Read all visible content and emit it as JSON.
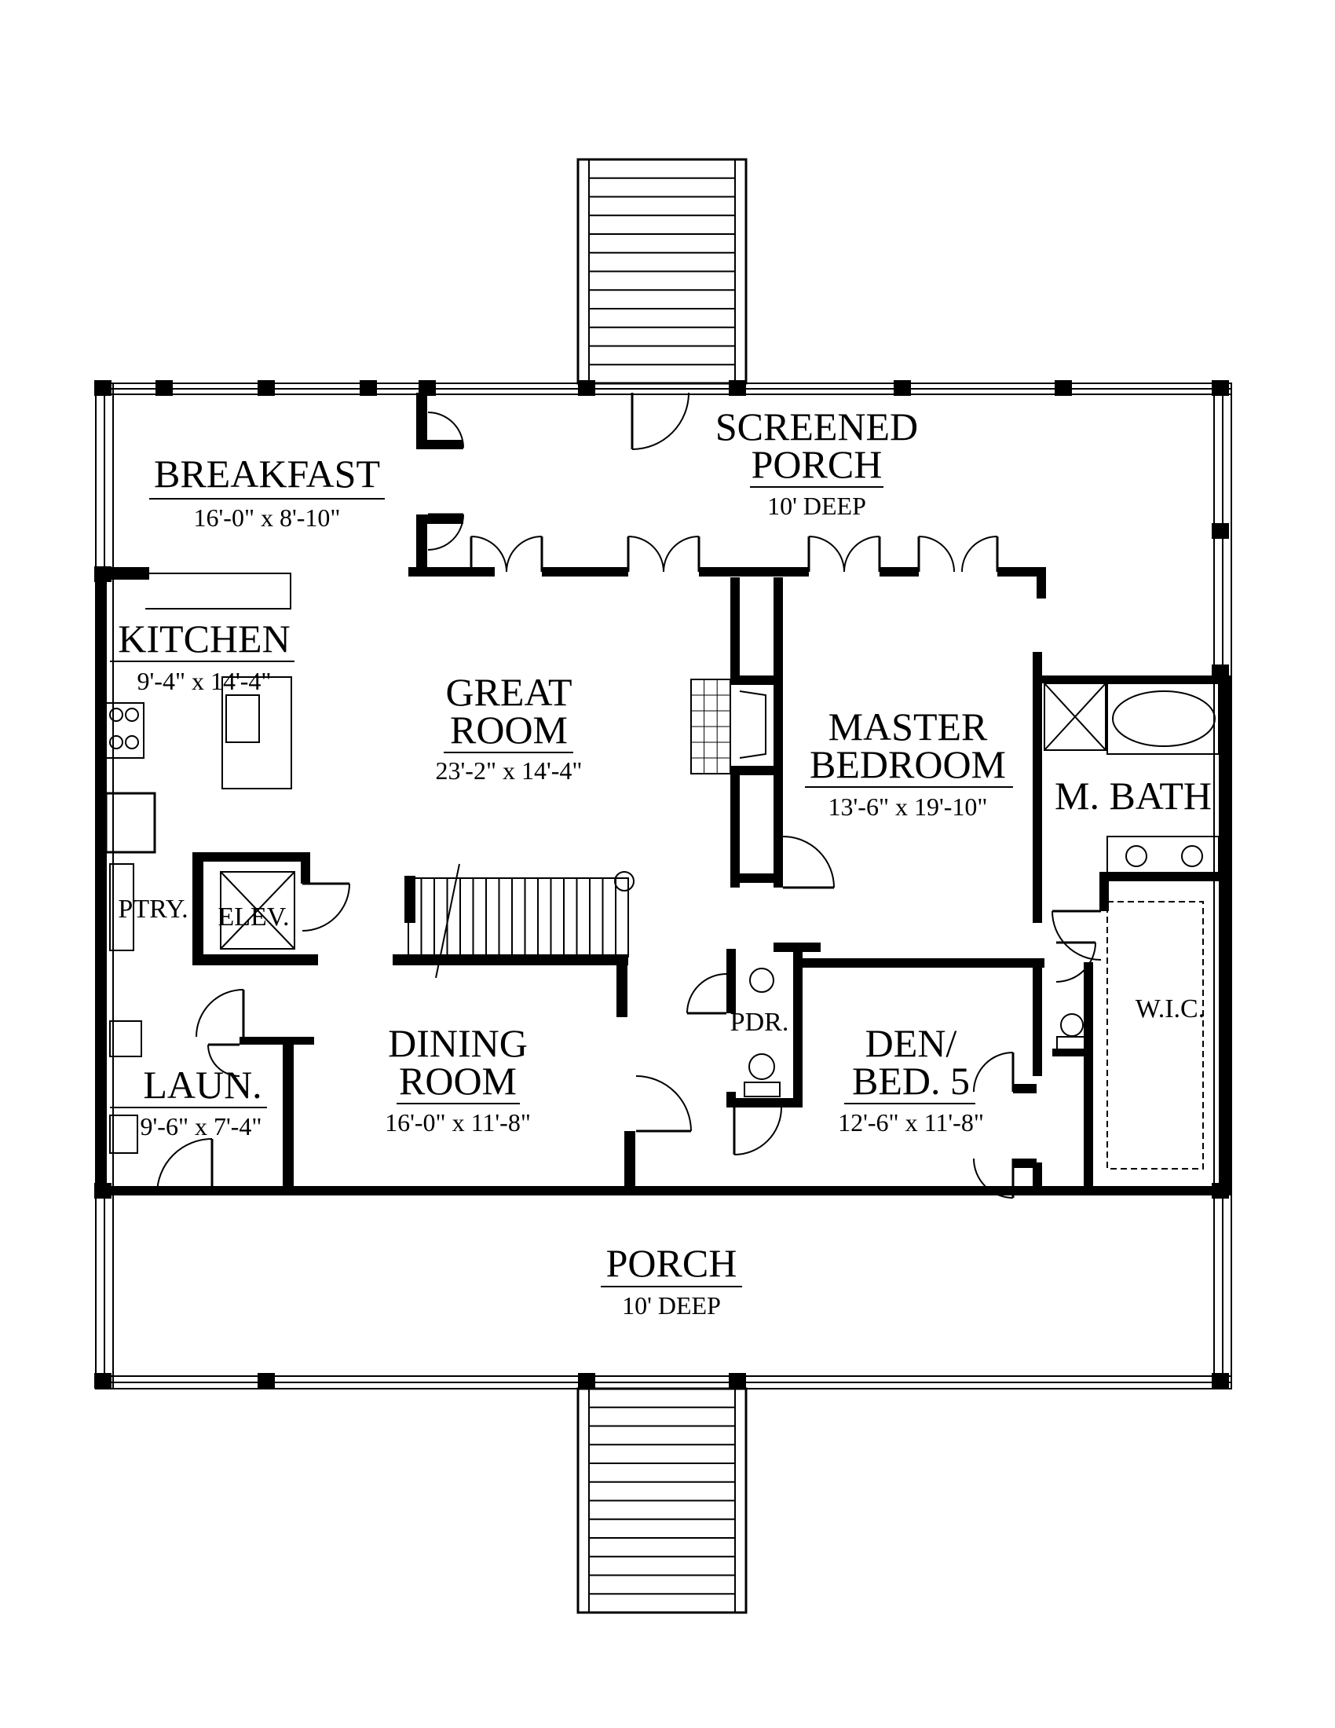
{
  "rooms": {
    "breakfast": {
      "name": "BREAKFAST",
      "size": "16'-0\" x 8'-10\""
    },
    "screened_porch": {
      "line1": "SCREENED",
      "line2": "PORCH",
      "size": "10' DEEP"
    },
    "kitchen": {
      "name": "KITCHEN",
      "size": "9'-4\" x 14'-4\""
    },
    "great_room": {
      "line1": "GREAT",
      "line2": "ROOM",
      "size": "23'-2\" x 14'-4\""
    },
    "master_bedroom": {
      "line1": "MASTER",
      "line2": "BEDROOM",
      "size": "13'-6\" x 19'-10\""
    },
    "master_bath": {
      "name": "M. BATH"
    },
    "pantry": {
      "name": "PTRY."
    },
    "elevator": {
      "name": "ELEV."
    },
    "wic": {
      "name": "W.I.C."
    },
    "powder": {
      "name": "PDR."
    },
    "dining_room": {
      "line1": "DINING",
      "line2": "ROOM",
      "size": "16'-0\" x 11'-8\""
    },
    "den": {
      "line1": "DEN/",
      "line2": "BED. 5",
      "size": "12'-6\" x 11'-8\""
    },
    "laundry": {
      "name": "LAUN.",
      "size": "9'-6\" x 7'-4\""
    },
    "porch": {
      "name": "PORCH",
      "size": "10' DEEP"
    }
  },
  "colors": {
    "ink": "#000000",
    "paper": "#ffffff"
  }
}
